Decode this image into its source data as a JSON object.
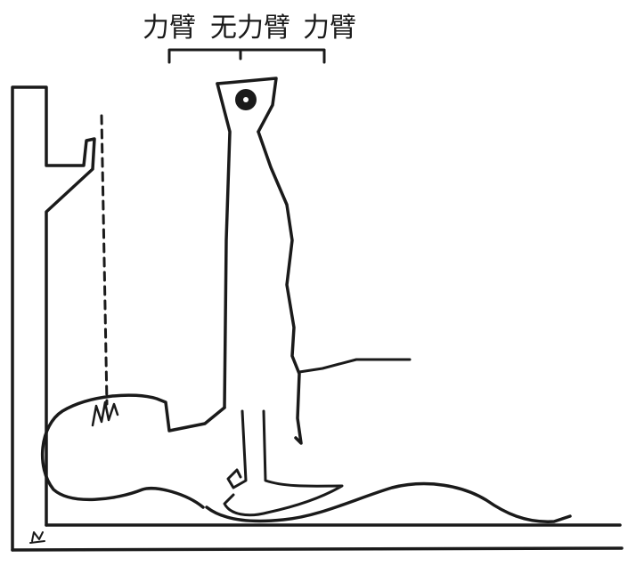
{
  "labels": {
    "first": "力臂",
    "second": "无力臂",
    "third": "力臂"
  },
  "signature": "K",
  "colors": {
    "ink": "#1a1a1a",
    "background": "#ffffff"
  }
}
